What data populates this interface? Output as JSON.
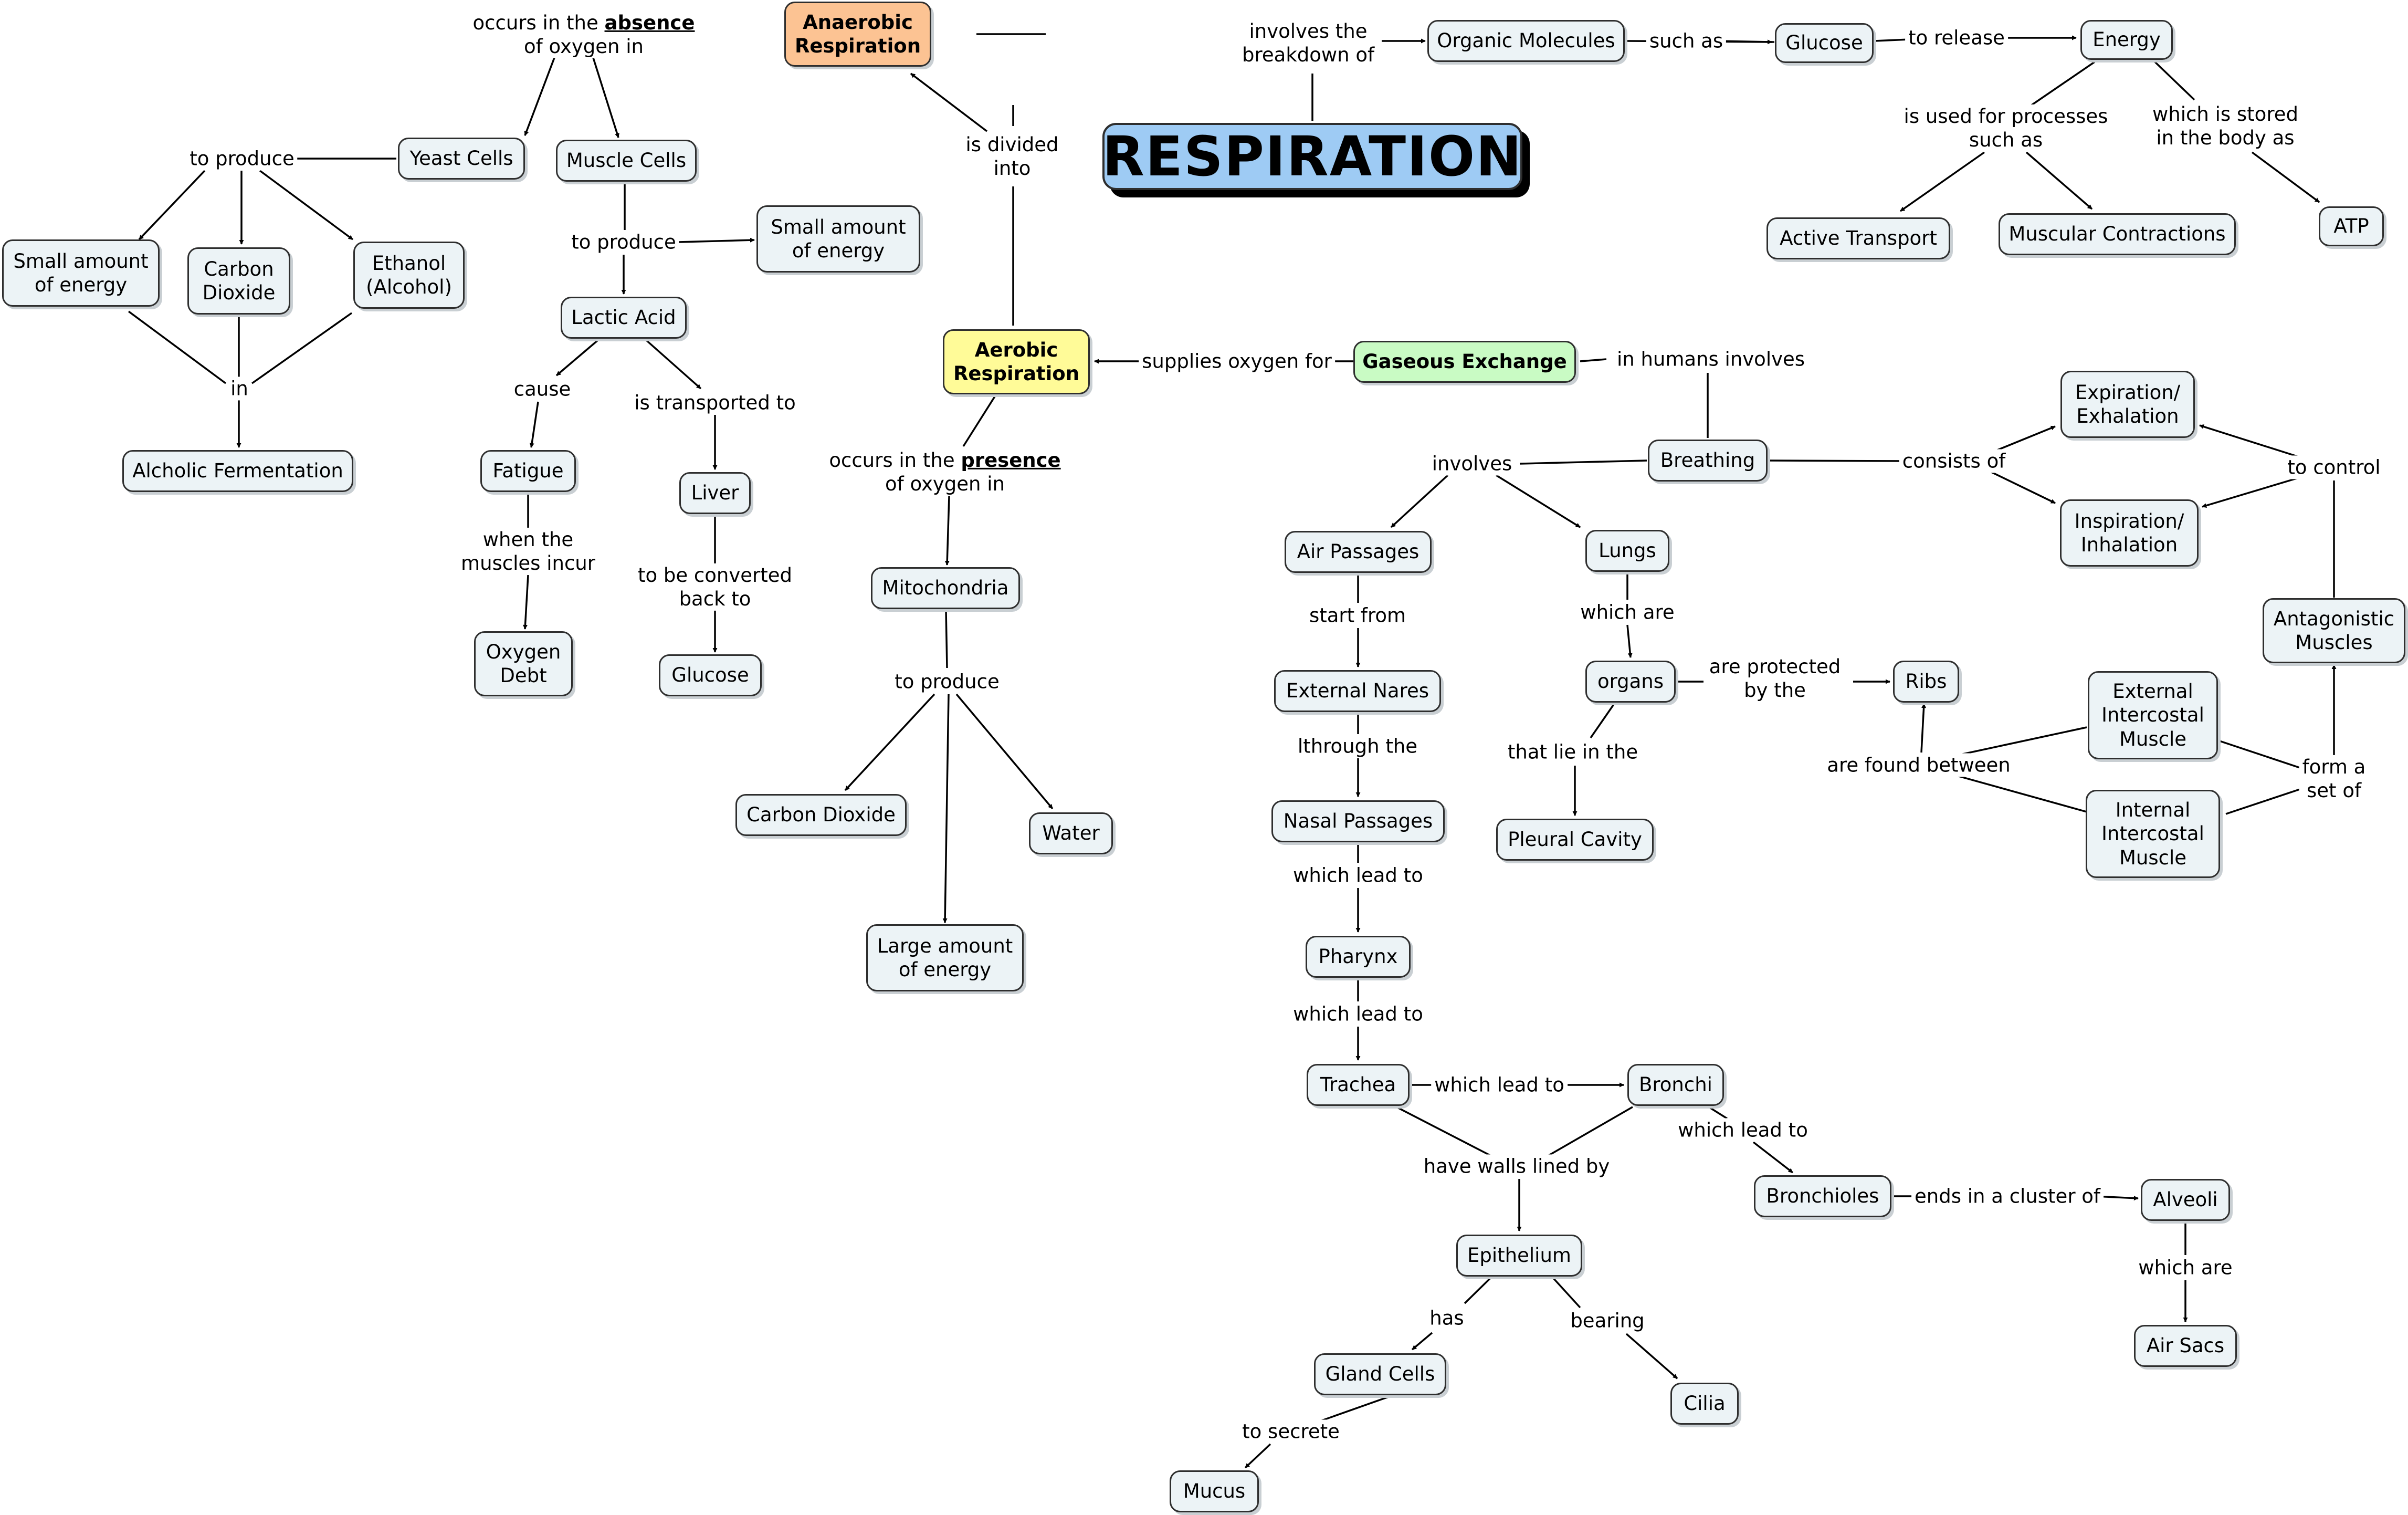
{
  "colors": {
    "node_fill": "#ecf3f6",
    "main_fill": "#9ecbf4",
    "anaerobic_fill": "#fcc393",
    "aerobic_fill": "#fffb98",
    "exchange_fill": "#c9fbc4",
    "line": "#000000"
  },
  "nodes": {
    "respiration": "RESPIRATION",
    "anaerobic": "Anaerobic\nRespiration",
    "aerobic": "Aerobic\nRespiration",
    "gaseous_exchange": "Gaseous Exchange",
    "organic_molecules": "Organic Molecules",
    "glucose_top": "Glucose",
    "energy": "Energy",
    "active_transport": "Active Transport",
    "muscular_contractions": "Muscular Contractions",
    "atp": "ATP",
    "yeast_cells": "Yeast Cells",
    "muscle_cells": "Muscle Cells",
    "small_energy_yeast": "Small amount\nof energy",
    "co2_yeast": "Carbon\nDioxide",
    "ethanol": "Ethanol\n(Alcohol)",
    "alcoholic_fermentation": "Alcholic Fermentation",
    "small_energy_muscle": "Small amount\nof energy",
    "lactic_acid": "Lactic Acid",
    "fatigue": "Fatigue",
    "liver": "Liver",
    "oxygen_debt": "Oxygen\nDebt",
    "glucose_liver": "Glucose",
    "mitochondria": "Mitochondria",
    "co2_aerobic": "Carbon Dioxide",
    "water": "Water",
    "large_energy": "Large amount\nof energy",
    "breathing": "Breathing",
    "expiration": "Expiration/\nExhalation",
    "inspiration": "Inspiration/\nInhalation",
    "antagonistic": "Antagonistic\nMuscles",
    "air_passages": "Air Passages",
    "lungs": "Lungs",
    "external_nares": "External Nares",
    "nasal_passages": "Nasal Passages",
    "pharynx": "Pharynx",
    "trachea": "Trachea",
    "bronchi": "Bronchi",
    "bronchioles": "Bronchioles",
    "alveoli": "Alveoli",
    "air_sacs": "Air Sacs",
    "epithelium": "Epithelium",
    "gland_cells": "Gland Cells",
    "cilia": "Cilia",
    "mucus": "Mucus",
    "organs": "organs",
    "ribs": "Ribs",
    "pleural_cavity": "Pleural Cavity",
    "external_intercostal": "External\nIntercostal\nMuscle",
    "internal_intercostal": "Internal\nIntercostal\nMuscle"
  },
  "labels": {
    "absence_pre": "occurs in the ",
    "absence_word": "absence",
    "absence_post": "of oxygen in",
    "is_divided_into": "is divided\ninto",
    "involves_breakdown": "involves the\nbreakdown of",
    "such_as": "such as",
    "to_release": "to release",
    "used_for_processes": "is used for processes\nsuch as",
    "stored_as": "which is stored\nin the body as",
    "to_produce_yeast": "to produce",
    "in": "in",
    "to_produce_muscle": "to produce",
    "cause": "cause",
    "transported_to": "is transported to",
    "when_muscles_incur": "when the\nmuscles incur",
    "converted_back": "to be converted\nback to",
    "supplies_oxygen": "supplies oxygen for",
    "presence_pre": "occurs in the ",
    "presence_word": "presence",
    "presence_post": "of oxygen in",
    "to_produce_mito": "to produce",
    "in_humans_involves": "in humans involves",
    "involves": "involves",
    "consists_of": "consists of",
    "to_control": "to control",
    "start_from": "start from",
    "lthrough_the": "lthrough the",
    "which_lead_to_1": "which lead to",
    "which_lead_to_2": "which lead to",
    "which_lead_to_3": "which lead to",
    "which_lead_to_4": "which lead to",
    "have_walls_lined_by": "have walls lined by",
    "ends_in_cluster": "ends in a cluster of",
    "which_are_alveoli": "which are",
    "has": "has",
    "bearing": "bearing",
    "to_secrete": "to secrete",
    "which_are_lungs": "which are",
    "are_protected_by": "are protected\nby the",
    "that_lie_in_the": "that lie in the",
    "are_found_between": "are found between",
    "form_a_set_of": "form a\nset of"
  }
}
